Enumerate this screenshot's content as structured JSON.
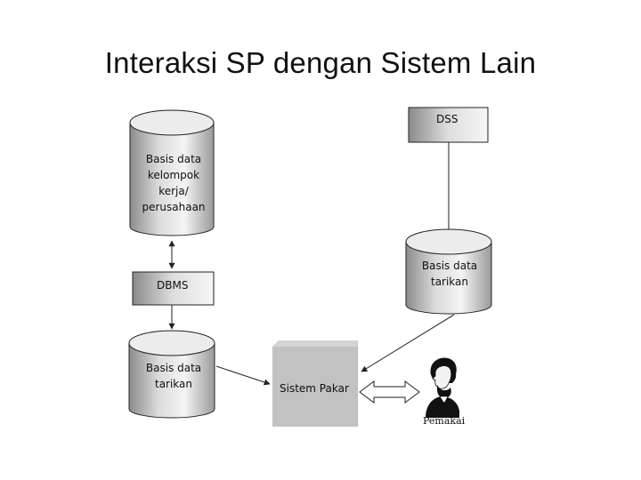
{
  "slide": {
    "title": "Interaksi SP dengan Sistem Lain"
  },
  "diagram": {
    "nodes": {
      "db_group": {
        "lines": [
          "Basis data",
          "kelompok",
          "kerja/",
          "perusahaan"
        ]
      },
      "dss": {
        "label": "DSS"
      },
      "dbms": {
        "label": "DBMS"
      },
      "db_extract_right": {
        "lines": [
          "Basis data",
          "tarikan"
        ]
      },
      "db_extract_left": {
        "lines": [
          "Basis data",
          "tarikan"
        ]
      },
      "expert_system": {
        "label": "Sistem Pakar"
      },
      "user": {
        "label": "Pemakai",
        "icon": "user-portrait-icon"
      }
    }
  }
}
